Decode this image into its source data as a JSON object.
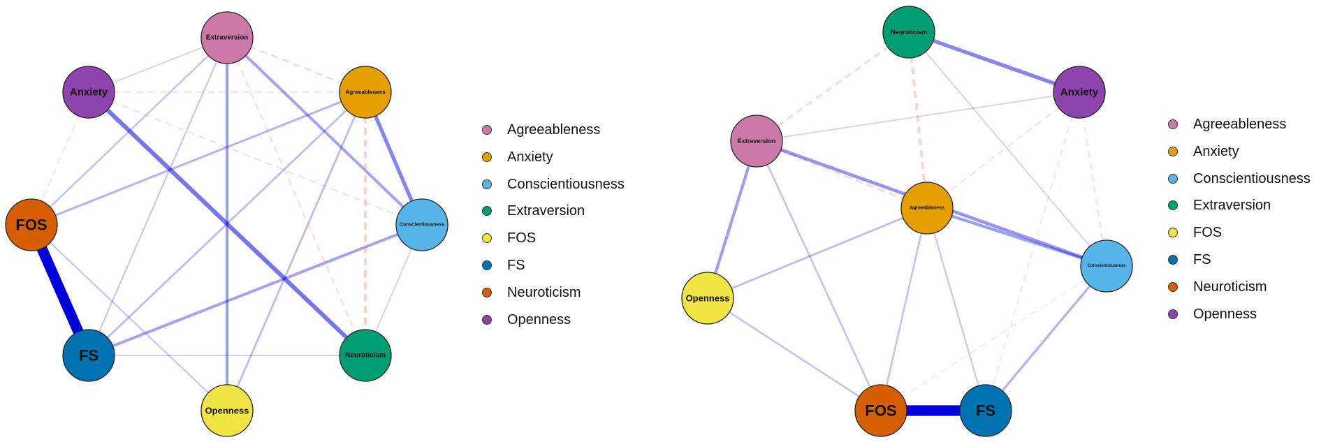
{
  "colors": {
    "Agreeableness": "#CC79A7",
    "Anxiety": "#E69F00",
    "Conscientiousness": "#56B4E9",
    "Extraversion": "#009E73",
    "FOS": "#F0E442",
    "FS": "#0072B2",
    "Neuroticism": "#D55E00",
    "Openness": "#8E44AD",
    "positive_edge": "#0000DD",
    "negative_edge": "#EE8888"
  },
  "networks": [
    {
      "id": "left",
      "legend": [
        "Agreeableness",
        "Anxiety",
        "Conscientiousness",
        "Extraversion",
        "FOS",
        "FS",
        "Neuroticism",
        "Openness"
      ],
      "nodes": [
        {
          "id": "Extraversion",
          "label": "Extraversion",
          "color_key": "Agreeableness"
        },
        {
          "id": "Agreeableness",
          "label": "Agreeableness",
          "color_key": "Anxiety"
        },
        {
          "id": "Conscientiousness",
          "label": "Conscientiousness",
          "color_key": "Conscientiousness"
        },
        {
          "id": "Neuroticism",
          "label": "Neuroticism",
          "color_key": "Extraversion"
        },
        {
          "id": "Openness",
          "label": "Openness",
          "color_key": "FOS"
        },
        {
          "id": "FS",
          "label": "FS",
          "color_key": "FS"
        },
        {
          "id": "FOS",
          "label": "FOS",
          "color_key": "Neuroticism"
        },
        {
          "id": "Anxiety",
          "label": "Anxiety",
          "color_key": "Openness"
        }
      ],
      "edges": [
        {
          "from": "FOS",
          "to": "FS",
          "weight": 1.0,
          "sign": "positive"
        },
        {
          "from": "Anxiety",
          "to": "Neuroticism",
          "weight": 0.35,
          "sign": "positive"
        },
        {
          "from": "Agreeableness",
          "to": "Conscientiousness",
          "weight": 0.3,
          "sign": "positive"
        },
        {
          "from": "Extraversion",
          "to": "Openness",
          "weight": 0.22,
          "sign": "positive"
        },
        {
          "from": "Extraversion",
          "to": "Conscientiousness",
          "weight": 0.2,
          "sign": "positive"
        },
        {
          "from": "FS",
          "to": "Conscientiousness",
          "weight": 0.2,
          "sign": "positive"
        },
        {
          "from": "FOS",
          "to": "Agreeableness",
          "weight": 0.14,
          "sign": "positive"
        },
        {
          "from": "FS",
          "to": "Agreeableness",
          "weight": 0.12,
          "sign": "positive"
        },
        {
          "from": "Openness",
          "to": "Agreeableness",
          "weight": 0.12,
          "sign": "positive"
        },
        {
          "from": "FOS",
          "to": "Extraversion",
          "weight": 0.1,
          "sign": "positive"
        },
        {
          "from": "FS",
          "to": "Extraversion",
          "weight": 0.08,
          "sign": "positive"
        },
        {
          "from": "FOS",
          "to": "Openness",
          "weight": 0.08,
          "sign": "positive"
        },
        {
          "from": "Agreeableness",
          "to": "Neuroticism",
          "weight": 0.22,
          "sign": "negative"
        },
        {
          "from": "Extraversion",
          "to": "Agreeableness",
          "weight": 0.14,
          "sign": "negative"
        },
        {
          "from": "Extraversion",
          "to": "Neuroticism",
          "weight": 0.12,
          "sign": "negative"
        },
        {
          "from": "Anxiety",
          "to": "Agreeableness",
          "weight": 0.1,
          "sign": "negative"
        },
        {
          "from": "Anxiety",
          "to": "Conscientiousness",
          "weight": 0.1,
          "sign": "negative"
        },
        {
          "from": "Anxiety",
          "to": "FOS",
          "weight": 0.08,
          "sign": "negative"
        },
        {
          "from": "Anxiety",
          "to": "Extraversion",
          "weight": 0.05,
          "sign": "positive"
        },
        {
          "from": "FS",
          "to": "Neuroticism",
          "weight": 0.05,
          "sign": "positive"
        },
        {
          "from": "Conscientiousness",
          "to": "Neuroticism",
          "weight": 0.05,
          "sign": "positive"
        }
      ]
    },
    {
      "id": "right",
      "legend": [
        "Agreeableness",
        "Anxiety",
        "Conscientiousness",
        "Extraversion",
        "FOS",
        "FS",
        "Neuroticism",
        "Openness"
      ],
      "nodes": [
        {
          "id": "Neuroticism",
          "label": "Neuroticism",
          "color_key": "Extraversion"
        },
        {
          "id": "Anxiety",
          "label": "Anxiety",
          "color_key": "Openness"
        },
        {
          "id": "Extraversion",
          "label": "Extraversion",
          "color_key": "Agreeableness"
        },
        {
          "id": "Agreeableness",
          "label": "Agreeableness",
          "color_key": "Anxiety"
        },
        {
          "id": "Conscientiousness",
          "label": "Conscientiousness",
          "color_key": "Conscientiousness"
        },
        {
          "id": "Openness",
          "label": "Openness",
          "color_key": "FOS"
        },
        {
          "id": "FOS",
          "label": "FOS",
          "color_key": "Neuroticism"
        },
        {
          "id": "FS",
          "label": "FS",
          "color_key": "FS"
        }
      ],
      "edges": [
        {
          "from": "FOS",
          "to": "FS",
          "weight": 1.0,
          "sign": "positive"
        },
        {
          "from": "Neuroticism",
          "to": "Anxiety",
          "weight": 0.3,
          "sign": "positive"
        },
        {
          "from": "Extraversion",
          "to": "Conscientiousness",
          "weight": 0.25,
          "sign": "positive"
        },
        {
          "from": "Agreeableness",
          "to": "Conscientiousness",
          "weight": 0.22,
          "sign": "positive"
        },
        {
          "from": "Extraversion",
          "to": "Openness",
          "weight": 0.22,
          "sign": "positive"
        },
        {
          "from": "Conscientiousness",
          "to": "FS",
          "weight": 0.15,
          "sign": "positive"
        },
        {
          "from": "Openness",
          "to": "Agreeableness",
          "weight": 0.12,
          "sign": "positive"
        },
        {
          "from": "Extraversion",
          "to": "FOS",
          "weight": 0.1,
          "sign": "positive"
        },
        {
          "from": "Agreeableness",
          "to": "FOS",
          "weight": 0.1,
          "sign": "positive"
        },
        {
          "from": "Openness",
          "to": "FOS",
          "weight": 0.1,
          "sign": "positive"
        },
        {
          "from": "Agreeableness",
          "to": "FS",
          "weight": 0.08,
          "sign": "positive"
        },
        {
          "from": "Extraversion",
          "to": "Anxiety",
          "weight": 0.05,
          "sign": "positive"
        },
        {
          "from": "Neuroticism",
          "to": "Conscientiousness",
          "weight": 0.05,
          "sign": "positive"
        },
        {
          "from": "Neuroticism",
          "to": "Agreeableness",
          "weight": 0.2,
          "sign": "negative"
        },
        {
          "from": "Neuroticism",
          "to": "Extraversion",
          "weight": 0.15,
          "sign": "negative"
        },
        {
          "from": "Extraversion",
          "to": "Agreeableness",
          "weight": 0.15,
          "sign": "negative"
        },
        {
          "from": "Anxiety",
          "to": "Agreeableness",
          "weight": 0.1,
          "sign": "negative"
        },
        {
          "from": "Anxiety",
          "to": "Conscientiousness",
          "weight": 0.1,
          "sign": "negative"
        },
        {
          "from": "Anxiety",
          "to": "FS",
          "weight": 0.08,
          "sign": "negative"
        },
        {
          "from": "Conscientiousness",
          "to": "FOS",
          "weight": 0.06,
          "sign": "negative"
        }
      ]
    }
  ]
}
